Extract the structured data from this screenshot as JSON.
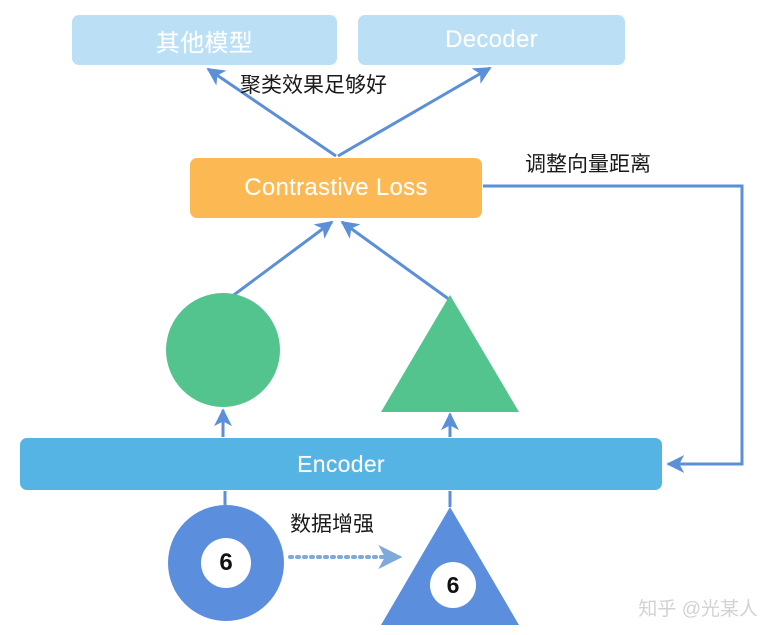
{
  "diagram": {
    "title": "Contrastive learning pipeline",
    "colors": {
      "light_blue": "#bbe0f5",
      "orange": "#fcb953",
      "encoder_blue": "#56b4e4",
      "shape_green": "#53c48e",
      "shape_blue": "#5b8fdd",
      "arrow_blue": "#5b8fd8",
      "text_dark": "#1a1a1a",
      "watermark_gray": "#d2d2d2"
    },
    "nodes": {
      "other_model": "其他模型",
      "decoder": "Decoder",
      "contrastive_loss": "Contrastive Loss",
      "encoder": "Encoder"
    },
    "edge_labels": {
      "cluster_good": "聚类效果足够好",
      "adjust_vector_distance": "调整向量距离",
      "data_augmentation": "数据增强"
    },
    "shapes": {
      "green_circle": {
        "kind": "circle",
        "fill": "#53c48e",
        "label": ""
      },
      "green_triangle": {
        "kind": "triangle",
        "fill": "#53c48e",
        "label": ""
      },
      "blue_donut": {
        "kind": "donut",
        "fill": "#5b8fdd",
        "label": "6"
      },
      "blue_triangle": {
        "kind": "triangle",
        "fill": "#5b8fdd",
        "label": "6"
      }
    },
    "watermark": "知乎 @光某人"
  }
}
